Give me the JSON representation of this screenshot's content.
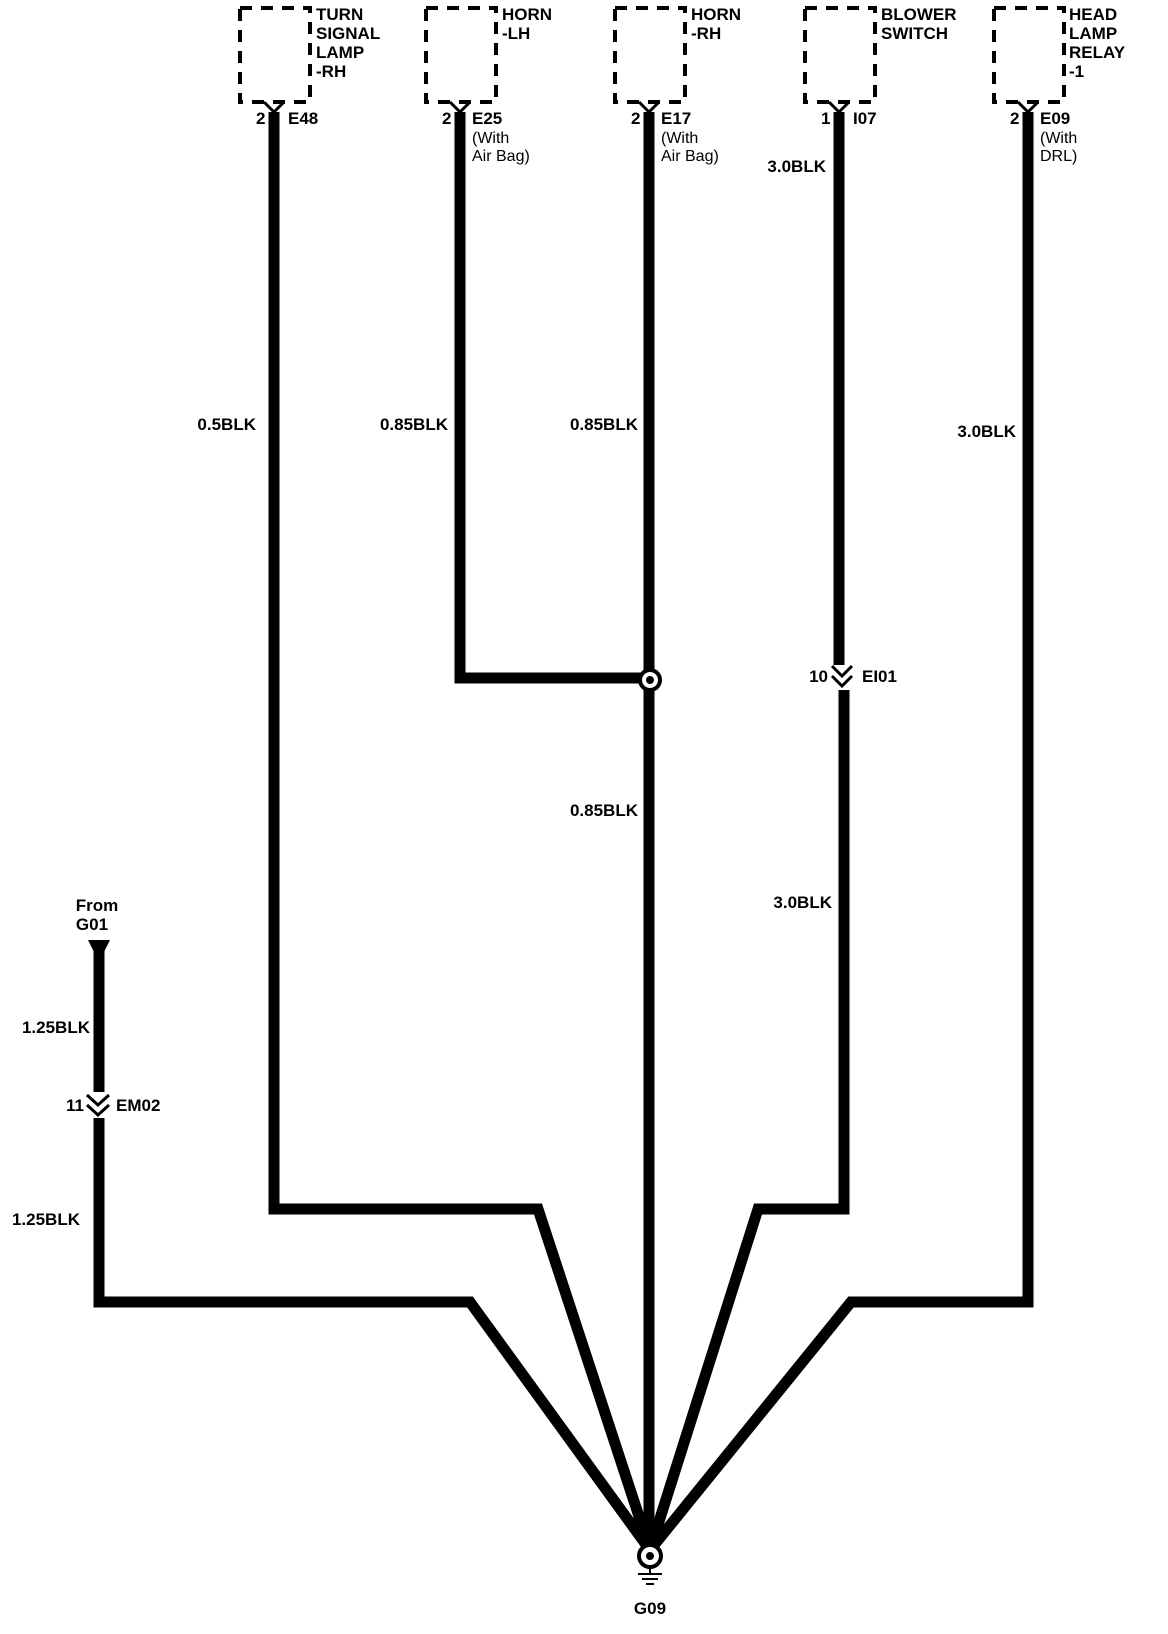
{
  "components": [
    {
      "id": "turn-signal",
      "name_lines": [
        "TURN",
        "SIGNAL",
        "LAMP",
        "-RH"
      ],
      "pin": "2",
      "connector": "E48",
      "note_lines": [],
      "wire": "0.5BLK"
    },
    {
      "id": "horn-lh",
      "name_lines": [
        "HORN",
        "-LH"
      ],
      "pin": "2",
      "connector": "E25",
      "note_lines": [
        "(With",
        "Air Bag)"
      ],
      "wire": "0.85BLK"
    },
    {
      "id": "horn-rh",
      "name_lines": [
        "HORN",
        "-RH"
      ],
      "pin": "2",
      "connector": "E17",
      "note_lines": [
        "(With",
        "Air Bag)"
      ],
      "wire": "0.85BLK"
    },
    {
      "id": "blower-switch",
      "name_lines": [
        "BLOWER",
        "SWITCH"
      ],
      "pin": "1",
      "connector": "I07",
      "note_lines": [],
      "wire": "3.0BLK"
    },
    {
      "id": "head-lamp-relay",
      "name_lines": [
        "HEAD",
        "LAMP",
        "RELAY",
        "-1"
      ],
      "pin": "2",
      "connector": "E09",
      "note_lines": [
        "(With",
        "DRL)"
      ],
      "wire": "3.0BLK"
    }
  ],
  "splice_wire": "0.85BLK",
  "inline_connectors": [
    {
      "id": "ei01",
      "pin": "10",
      "connector": "EI01",
      "wire_after": "3.0BLK"
    },
    {
      "id": "em02",
      "pin": "11",
      "connector": "EM02",
      "wire_before": "1.25BLK",
      "wire_after": "1.25BLK"
    }
  ],
  "source": {
    "line1": "From",
    "line2": "G01"
  },
  "ground": "G09"
}
